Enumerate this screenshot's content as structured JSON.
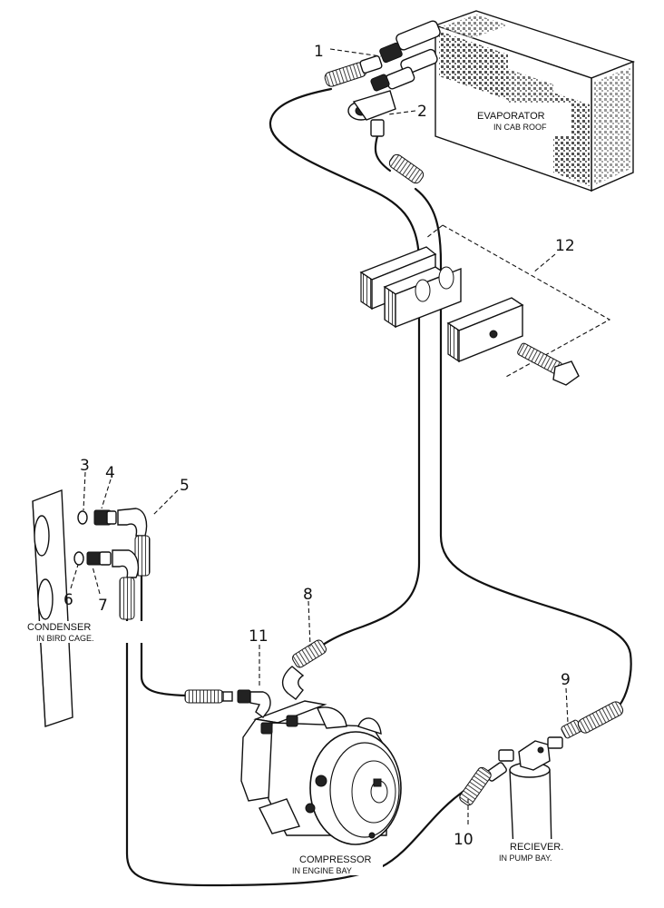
{
  "components": {
    "evaporator": {
      "title": "EVAPORATOR",
      "location": "IN CAB ROOF"
    },
    "condenser": {
      "title": "CONDENSER",
      "location": "IN BIRD CAGE."
    },
    "compressor": {
      "title": "COMPRESSOR",
      "location": "IN ENGINE BAY"
    },
    "receiver": {
      "title": "RECIEVER.",
      "location": "IN PUMP BAY."
    }
  },
  "callouts": [
    "1",
    "2",
    "3",
    "4",
    "5",
    "6",
    "7",
    "8",
    "9",
    "10",
    "11",
    "12"
  ]
}
